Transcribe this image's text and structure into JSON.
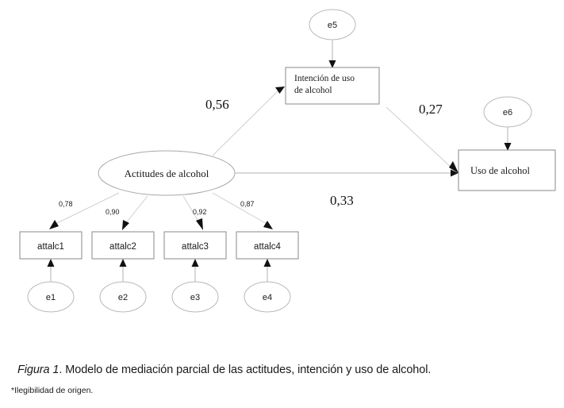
{
  "figure": {
    "caption_label": "Figura 1",
    "caption_text": ". Modelo de mediación parcial de las actitudes, intención y uso de alcohol.",
    "note": "*Ilegibilidad de origen."
  },
  "diagram": {
    "type": "sem-path-diagram",
    "latent": {
      "id": "actitudes",
      "label": "Actitudes de alcohol",
      "shape": "ellipse"
    },
    "outcomes": [
      {
        "id": "intencion",
        "label_line1": "Intención de uso",
        "label_line2": "de alcohol",
        "shape": "rect"
      },
      {
        "id": "uso",
        "label_line1": "Uso de alcohol",
        "label_line2": "",
        "shape": "rect"
      }
    ],
    "indicators": [
      {
        "id": "attalc1",
        "label": "attalc1",
        "loading": "0,78"
      },
      {
        "id": "attalc2",
        "label": "attalc2",
        "loading": "0,90"
      },
      {
        "id": "attalc3",
        "label": "attalc3",
        "loading": "0,92"
      },
      {
        "id": "attalc4",
        "label": "attalc4",
        "loading": "0,87"
      }
    ],
    "errors": [
      {
        "id": "e1",
        "label": "e1"
      },
      {
        "id": "e2",
        "label": "e2"
      },
      {
        "id": "e3",
        "label": "e3"
      },
      {
        "id": "e4",
        "label": "e4"
      },
      {
        "id": "e5",
        "label": "e5"
      },
      {
        "id": "e6",
        "label": "e6"
      }
    ],
    "paths": [
      {
        "id": "actitudes-to-intencion",
        "coefficient": "0,56"
      },
      {
        "id": "intencion-to-uso",
        "coefficient": "0,27"
      },
      {
        "id": "actitudes-to-uso",
        "coefficient": "0,33"
      }
    ],
    "colors": {
      "line": "#b0b0b0",
      "box_border": "#8a8a8a",
      "ellipse_border": "#b9b9b9",
      "text": "#1a1a1a",
      "background": "#ffffff"
    }
  }
}
